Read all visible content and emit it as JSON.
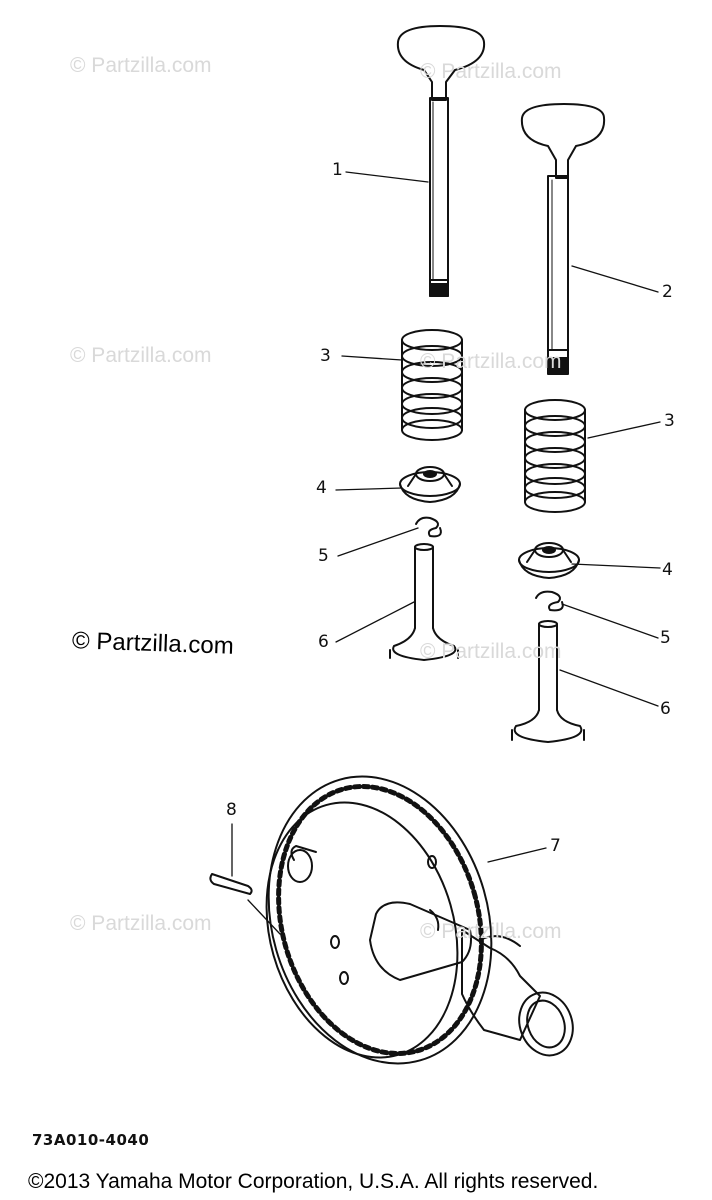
{
  "watermarks": {
    "text": "© Partzilla.com",
    "strong": "© Partzilla.com"
  },
  "callouts": {
    "c1": "1",
    "c2": "2",
    "c3a": "3",
    "c3b": "3",
    "c4a": "4",
    "c4b": "4",
    "c5a": "5",
    "c5b": "5",
    "c6a": "6",
    "c6b": "6",
    "c7": "7",
    "c8": "8"
  },
  "diagram_code": "73A010-4040",
  "copyright": "©2013  Yamaha Motor Corporation, U.S.A. All rights reserved."
}
